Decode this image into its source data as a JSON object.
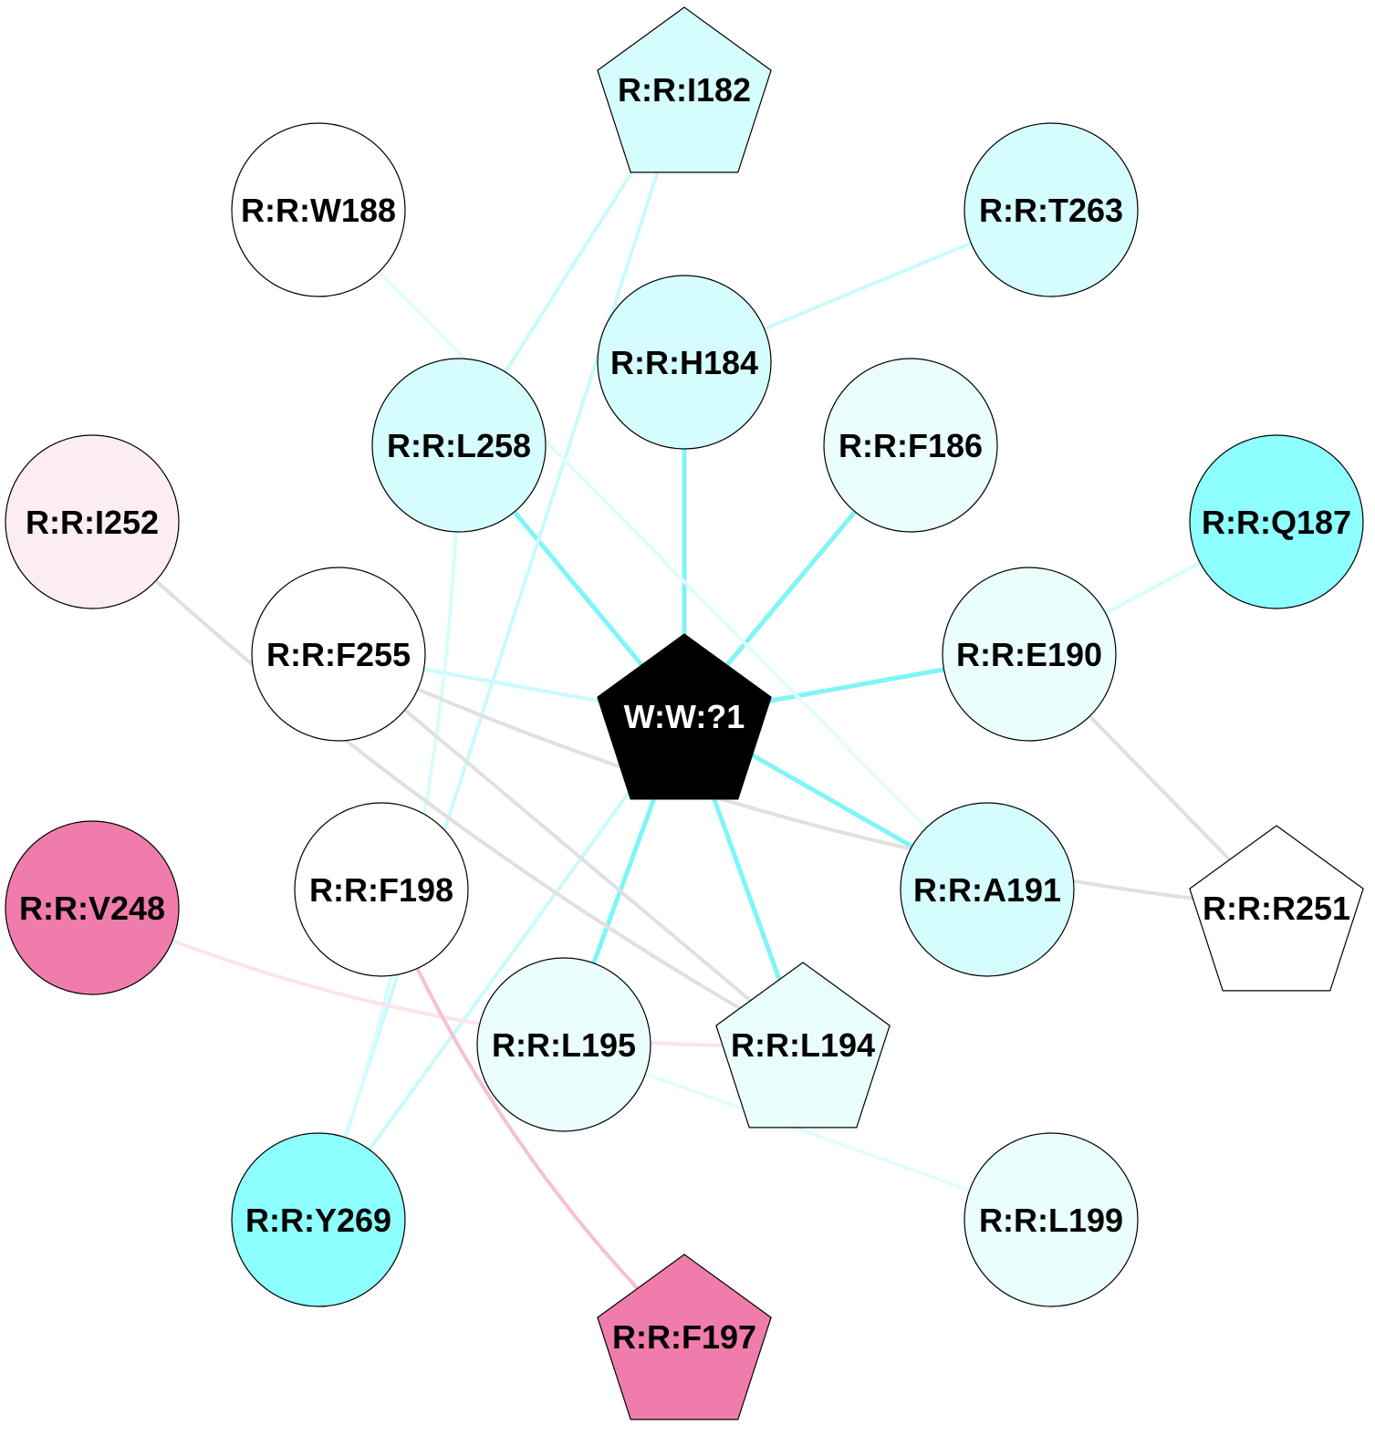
{
  "nodes": [
    {
      "id": "W:W:?1",
      "label": "W:W:?1",
      "shape": "pentagon",
      "fill": "#000000",
      "text": "#ffffff"
    },
    {
      "id": "R:R:I182",
      "label": "R:R:I182",
      "shape": "pentagon",
      "fill": "#d5fdfd",
      "text": "#000000"
    },
    {
      "id": "R:R:W188",
      "label": "R:R:W188",
      "shape": "circle",
      "fill": "#ffffff",
      "text": "#000000"
    },
    {
      "id": "R:R:T263",
      "label": "R:R:T263",
      "shape": "circle",
      "fill": "#d5fdfd",
      "text": "#000000"
    },
    {
      "id": "R:R:H184",
      "label": "R:R:H184",
      "shape": "circle",
      "fill": "#d5fdfd",
      "text": "#000000"
    },
    {
      "id": "R:R:L258",
      "label": "R:R:L258",
      "shape": "circle",
      "fill": "#d5fdfd",
      "text": "#000000"
    },
    {
      "id": "R:R:F186",
      "label": "R:R:F186",
      "shape": "circle",
      "fill": "#eafefe",
      "text": "#000000"
    },
    {
      "id": "R:R:I252",
      "label": "R:R:I252",
      "shape": "circle",
      "fill": "#fcecf3",
      "text": "#000000"
    },
    {
      "id": "R:R:Q187",
      "label": "R:R:Q187",
      "shape": "circle",
      "fill": "#8cfffe",
      "text": "#000000"
    },
    {
      "id": "R:R:F255",
      "label": "R:R:F255",
      "shape": "circle",
      "fill": "#ffffff",
      "text": "#000000"
    },
    {
      "id": "R:R:E190",
      "label": "R:R:E190",
      "shape": "circle",
      "fill": "#eafefe",
      "text": "#000000"
    },
    {
      "id": "R:R:V248",
      "label": "R:R:V248",
      "shape": "circle",
      "fill": "#f07cab",
      "text": "#000000"
    },
    {
      "id": "R:R:F198",
      "label": "R:R:F198",
      "shape": "circle",
      "fill": "#ffffff",
      "text": "#000000"
    },
    {
      "id": "R:R:A191",
      "label": "R:R:A191",
      "shape": "circle",
      "fill": "#d5fdfd",
      "text": "#000000"
    },
    {
      "id": "R:R:R251",
      "label": "R:R:R251",
      "shape": "pentagon",
      "fill": "#ffffff",
      "text": "#000000"
    },
    {
      "id": "R:R:L195",
      "label": "R:R:L195",
      "shape": "circle",
      "fill": "#eafefe",
      "text": "#000000"
    },
    {
      "id": "R:R:L194",
      "label": "R:R:L194",
      "shape": "pentagon",
      "fill": "#eafefe",
      "text": "#000000"
    },
    {
      "id": "R:R:Y269",
      "label": "R:R:Y269",
      "shape": "circle",
      "fill": "#8cfffe",
      "text": "#000000"
    },
    {
      "id": "R:R:L199",
      "label": "R:R:L199",
      "shape": "circle",
      "fill": "#eafefe",
      "text": "#000000"
    },
    {
      "id": "R:R:F197",
      "label": "R:R:F197",
      "shape": "pentagon",
      "fill": "#f07cab",
      "text": "#000000"
    }
  ],
  "edges": [
    {
      "source": "W:W:?1",
      "target": "R:R:H184",
      "color": "#7ff5f7"
    },
    {
      "source": "W:W:?1",
      "target": "R:R:F186",
      "color": "#7ff5f7"
    },
    {
      "source": "W:W:?1",
      "target": "R:R:L258",
      "color": "#7ff5f7"
    },
    {
      "source": "W:W:?1",
      "target": "R:R:E190",
      "color": "#7ff5f7"
    },
    {
      "source": "W:W:?1",
      "target": "R:R:A191",
      "color": "#7ff5f7"
    },
    {
      "source": "W:W:?1",
      "target": "R:R:L194",
      "color": "#7ff5f7"
    },
    {
      "source": "W:W:?1",
      "target": "R:R:L195",
      "color": "#7ff5f7"
    },
    {
      "source": "W:W:?1",
      "target": "R:R:F255",
      "color": "#c9fbfb"
    },
    {
      "source": "W:W:?1",
      "target": "R:R:Y269",
      "color": "#c9fbfb"
    },
    {
      "source": "R:R:I182",
      "target": "R:R:L258",
      "color": "#c9fbfb"
    },
    {
      "source": "R:R:I182",
      "target": "R:R:Y269",
      "color": "#c9fbfb"
    },
    {
      "source": "R:R:H184",
      "target": "R:R:T263",
      "color": "#c9fbfb"
    },
    {
      "source": "R:R:W188",
      "target": "R:R:A191",
      "color": "#e0fdfd"
    },
    {
      "source": "R:R:L258",
      "target": "R:R:Y269",
      "color": "#d8fcfc"
    },
    {
      "source": "R:R:Q187",
      "target": "R:R:E190",
      "color": "#d8fcfc"
    },
    {
      "source": "R:R:E190",
      "target": "R:R:R251",
      "color": "#e0e0e0"
    },
    {
      "source": "R:R:I252",
      "target": "R:R:L194",
      "color": "#e0e0e0"
    },
    {
      "source": "R:R:F255",
      "target": "R:R:L194",
      "color": "#e0e0e0"
    },
    {
      "source": "R:R:F255",
      "target": "R:R:R251",
      "color": "#e0e0e0"
    },
    {
      "source": "R:R:V248",
      "target": "R:R:L194",
      "color": "#fbe3ec"
    },
    {
      "source": "R:R:F198",
      "target": "R:R:F197",
      "color": "#f6c0d6"
    },
    {
      "source": "R:R:L195",
      "target": "R:R:L199",
      "color": "#e0fdfd"
    }
  ]
}
